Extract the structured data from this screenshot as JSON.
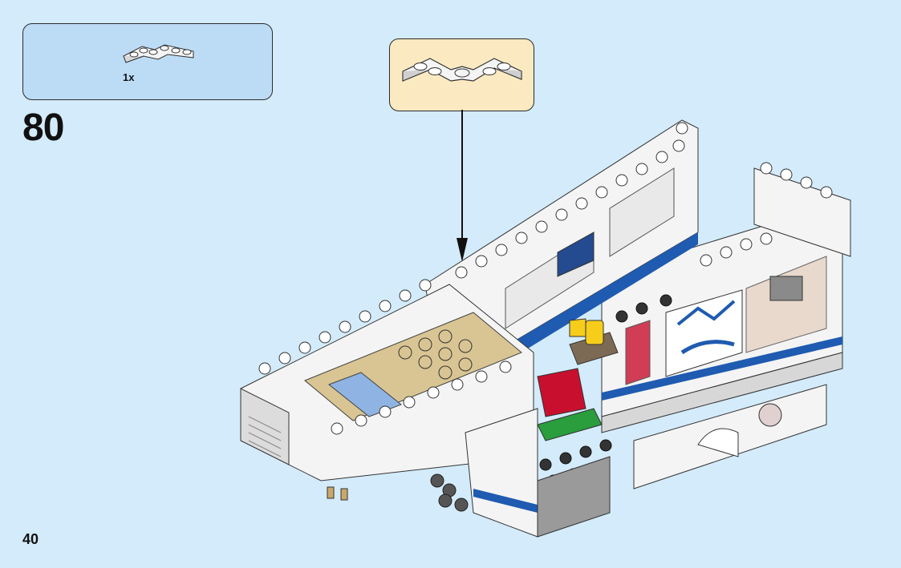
{
  "parts_list": {
    "items": [
      {
        "quantity": "1x",
        "part_icon": "white-angled-plate-icon"
      }
    ]
  },
  "step": {
    "number": "80"
  },
  "callout": {
    "part_icon": "white-angled-plate-icon"
  },
  "model": {
    "icon": "camper-trailer-model-icon"
  },
  "page": {
    "number": "40"
  },
  "colors": {
    "background": "#d3ebfa",
    "parts_box": "#bcdcf5",
    "callout_box": "#fbe9c1",
    "brick_white": "#f4f4f4",
    "brick_tan": "#d9c593",
    "stripe_blue": "#1f5bb0",
    "brick_red": "#c8102e",
    "brick_yellow": "#f6cd1a",
    "brick_green": "#2a9d3c"
  }
}
